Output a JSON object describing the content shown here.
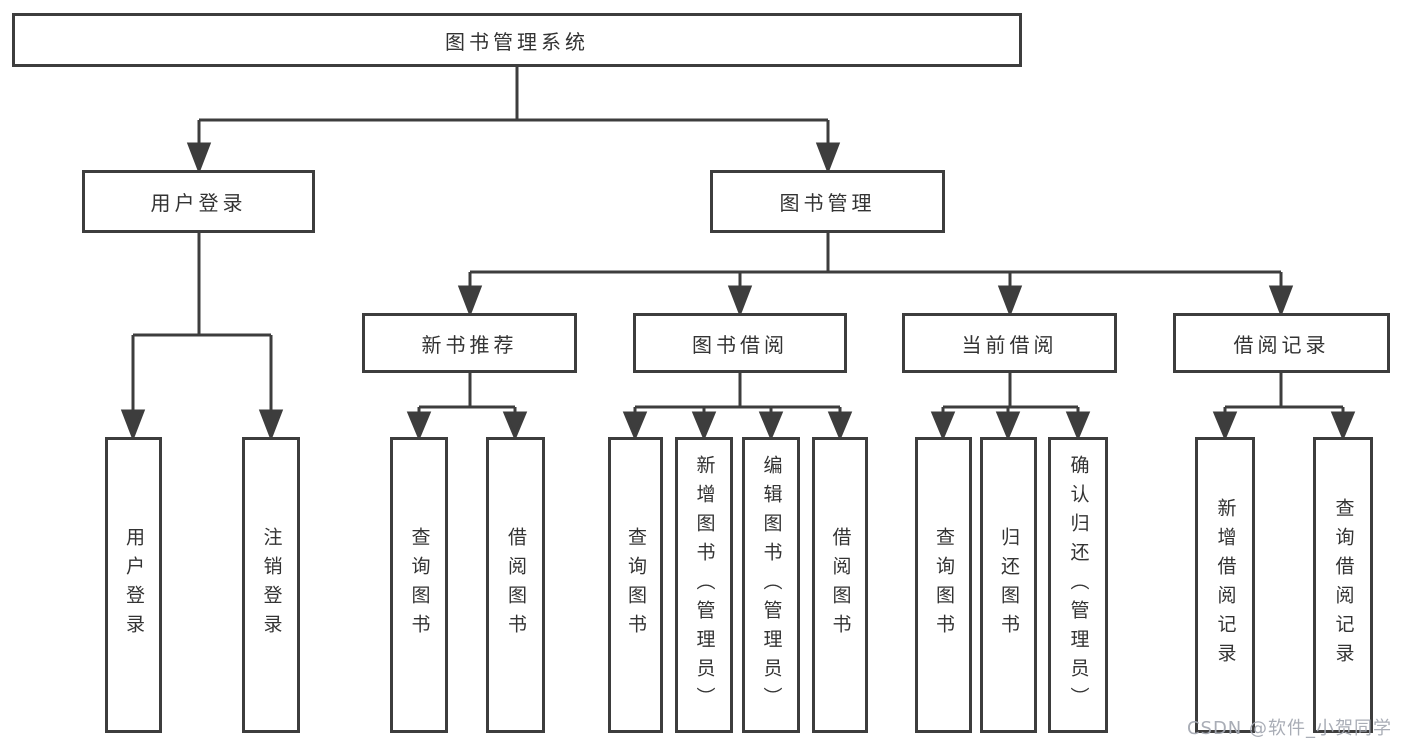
{
  "tree": {
    "label": "图书管理系统",
    "children": [
      {
        "label": "用户登录",
        "children": [
          {
            "label": "用户登录"
          },
          {
            "label": "注销登录"
          }
        ]
      },
      {
        "label": "图书管理",
        "children": [
          {
            "label": "新书推荐",
            "children": [
              {
                "label": "查询图书"
              },
              {
                "label": "借阅图书"
              }
            ]
          },
          {
            "label": "图书借阅",
            "children": [
              {
                "label": "查询图书"
              },
              {
                "label": "新增图书（管理员）"
              },
              {
                "label": "编辑图书（管理员）"
              },
              {
                "label": "借阅图书"
              }
            ]
          },
          {
            "label": "当前借阅",
            "children": [
              {
                "label": "查询图书"
              },
              {
                "label": "归还图书"
              },
              {
                "label": "确认归还（管理员）"
              }
            ]
          },
          {
            "label": "借阅记录",
            "children": [
              {
                "label": "新增借阅记录"
              },
              {
                "label": "查询借阅记录"
              }
            ]
          }
        ]
      }
    ]
  },
  "watermark": {
    "text": "CSDN @软件_小贺同学"
  },
  "colors": {
    "line": "#3d3d3d",
    "box_border": "#3d3d3d",
    "text": "#333333",
    "background": "#ffffff",
    "watermark": "#a4a9b2"
  }
}
